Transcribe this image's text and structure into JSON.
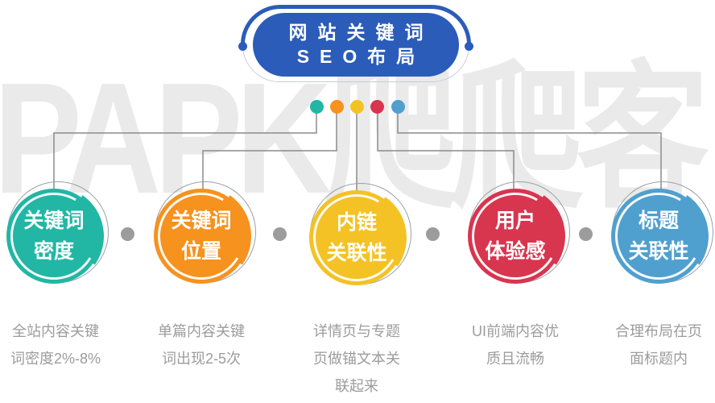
{
  "watermark": "PAPK爬爬客",
  "header": {
    "title_line1": "网站关键词",
    "title_line2": "SEO布局",
    "accent_color": "#2B5CBA"
  },
  "palette": {
    "connector_gray": "#8b8b8b",
    "bullet_gray": "#9c9c9c",
    "desc_text_gray": "#9c9c9c",
    "watermark_gray": "#eaeaea"
  },
  "legend_dots": [
    {
      "name": "teal-dot",
      "color": "#22B6A4"
    },
    {
      "name": "orange-dot",
      "color": "#F6921E"
    },
    {
      "name": "yellow-dot",
      "color": "#F4C224"
    },
    {
      "name": "red-dot",
      "color": "#D8354F"
    },
    {
      "name": "blue-dot",
      "color": "#4FA0CE"
    }
  ],
  "nodes": [
    {
      "label_line1": "关键词",
      "label_line2": "密度",
      "color": "#22B6A4",
      "desc": "全站内容关键词密度2%-8%"
    },
    {
      "label_line1": "关键词",
      "label_line2": "位置",
      "color": "#F6921E",
      "desc": "单篇内容关键词出现2-5次"
    },
    {
      "label_line1": "内链",
      "label_line2": "关联性",
      "color": "#F4C224",
      "desc": "详情页与专题页做锚文本关联起来"
    },
    {
      "label_line1": "用户",
      "label_line2": "体验感",
      "color": "#D8354F",
      "desc": "UI前端内容优质且流畅"
    },
    {
      "label_line1": "标题",
      "label_line2": "关联性",
      "color": "#4FA0CE",
      "desc": "合理布局在页面标题内"
    }
  ]
}
